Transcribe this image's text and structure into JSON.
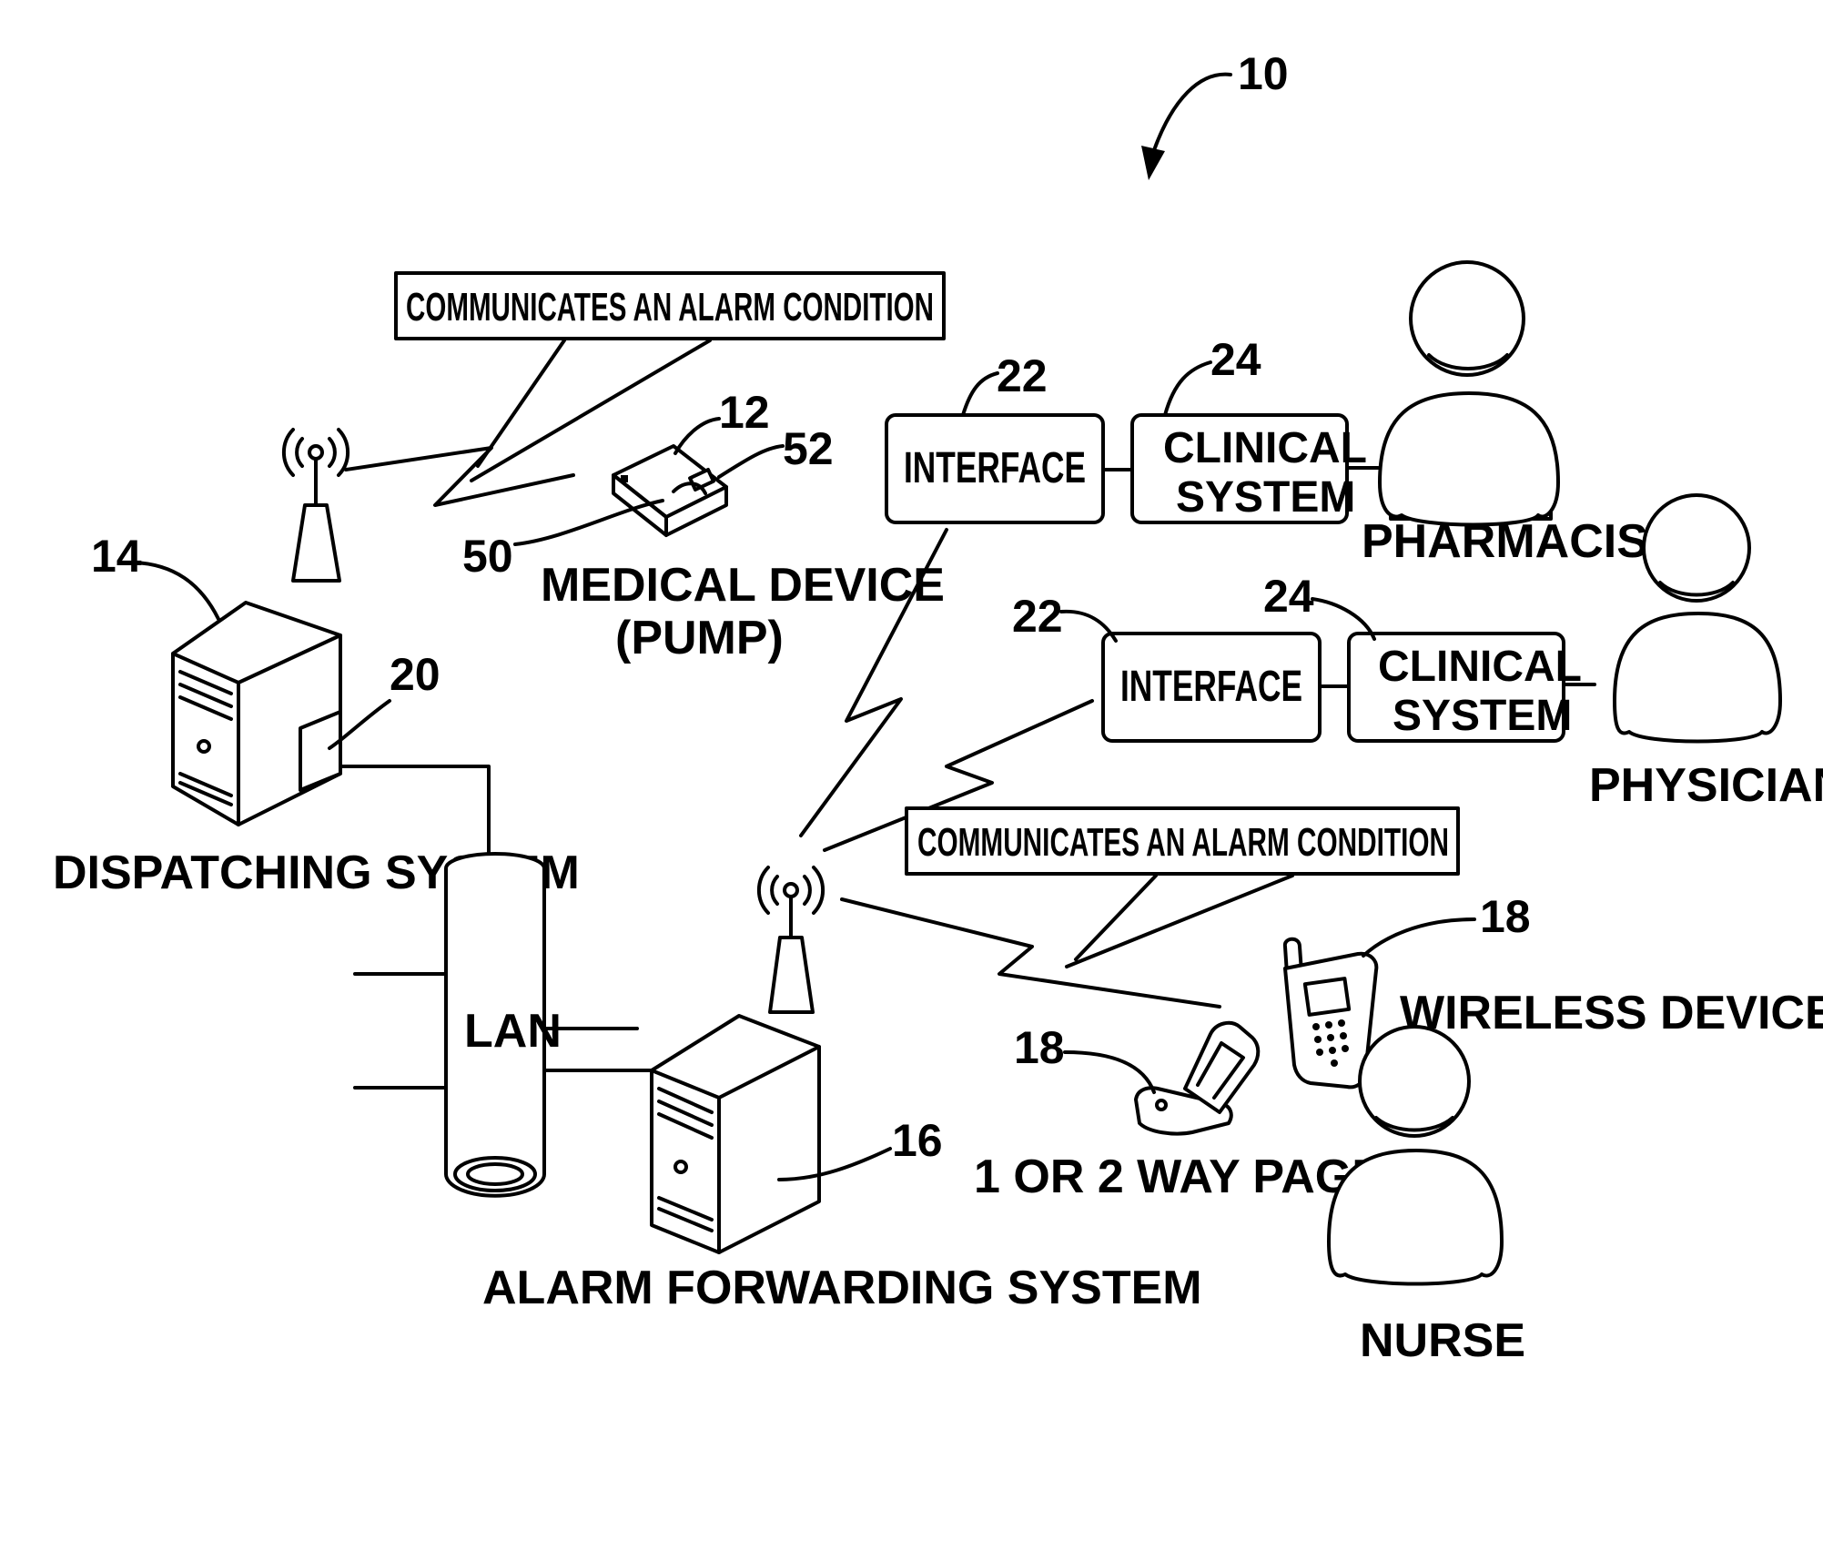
{
  "figure": {
    "ref_system": "10"
  },
  "callouts": {
    "top": "COMMUNICATES AN ALARM CONDITION",
    "bottom": "COMMUNICATES AN ALARM CONDITION"
  },
  "medical_device": {
    "ref": "12",
    "ref_a": "50",
    "ref_b": "52",
    "label_line1": "MEDICAL DEVICE",
    "label_line2": "(PUMP)"
  },
  "dispatching_system": {
    "ref": "14",
    "ref_module": "20",
    "label": "DISPATCHING SYSTEM"
  },
  "lan": {
    "label": "LAN"
  },
  "alarm_forwarding": {
    "ref": "16",
    "label": "ALARM FORWARDING SYSTEM"
  },
  "pharmacist_chain": {
    "interface_ref": "22",
    "interface_label": "INTERFACE",
    "clinical_ref": "24",
    "clinical_line1": "CLINICAL",
    "clinical_line2": "SYSTEM",
    "person": "PHARMACIST"
  },
  "physician_chain": {
    "interface_ref": "22",
    "interface_label": "INTERFACE",
    "clinical_ref": "24",
    "clinical_line1": "CLINICAL",
    "clinical_line2": "SYSTEM",
    "person": "PHYSICIAN"
  },
  "wireless_device": {
    "ref": "18",
    "label": "WIRELESS DEVICE"
  },
  "pager": {
    "ref": "18",
    "label": "1 OR 2 WAY PAGER"
  },
  "nurse": {
    "label": "NURSE"
  }
}
